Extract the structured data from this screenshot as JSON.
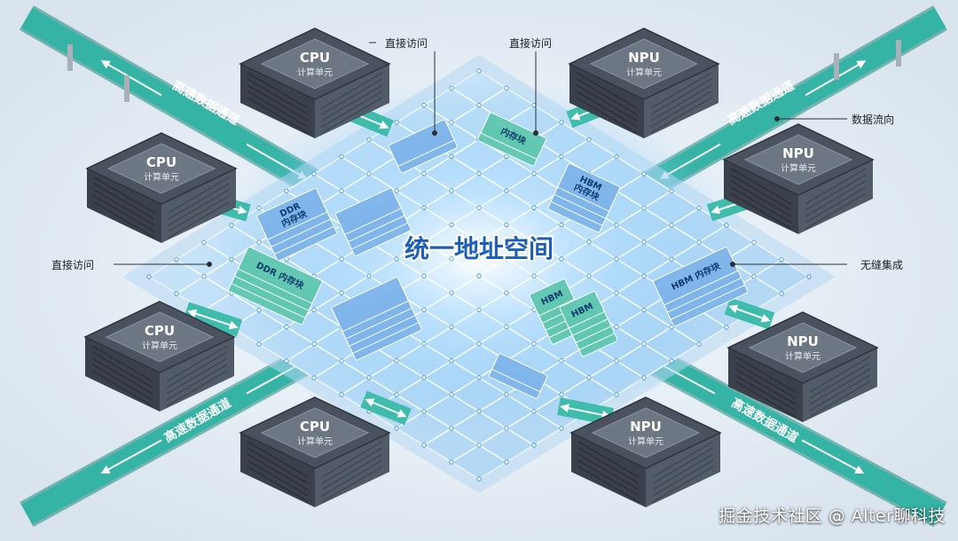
{
  "center_label": "统一地址空间",
  "compute_units": {
    "cpu": {
      "title": "CPU",
      "subtitle": "计算单元"
    },
    "npu": {
      "title": "NPU",
      "subtitle": "计算单元"
    }
  },
  "channel_label": "高速数据通道",
  "memory_blocks": {
    "ddr": "DDR\n内存块",
    "ddr_inline": "DDR 内存块",
    "memory": "内存块",
    "hbm": "HBM\n内存块",
    "hbm_inline": "HBM 内存块",
    "hbm_short": "HBM"
  },
  "callouts": {
    "direct_access": "直接访问",
    "data_flow": "数据流向",
    "seamless": "无缝集成"
  },
  "watermark": "掘金技术社区 @ Alter聊科技",
  "colors": {
    "teal": "#35b3a4",
    "chip_dark": "#4a5260",
    "grid_blue": "#2e8fe6",
    "memory_blue": "#7fb5ea",
    "memory_teal": "#61c7b1"
  }
}
